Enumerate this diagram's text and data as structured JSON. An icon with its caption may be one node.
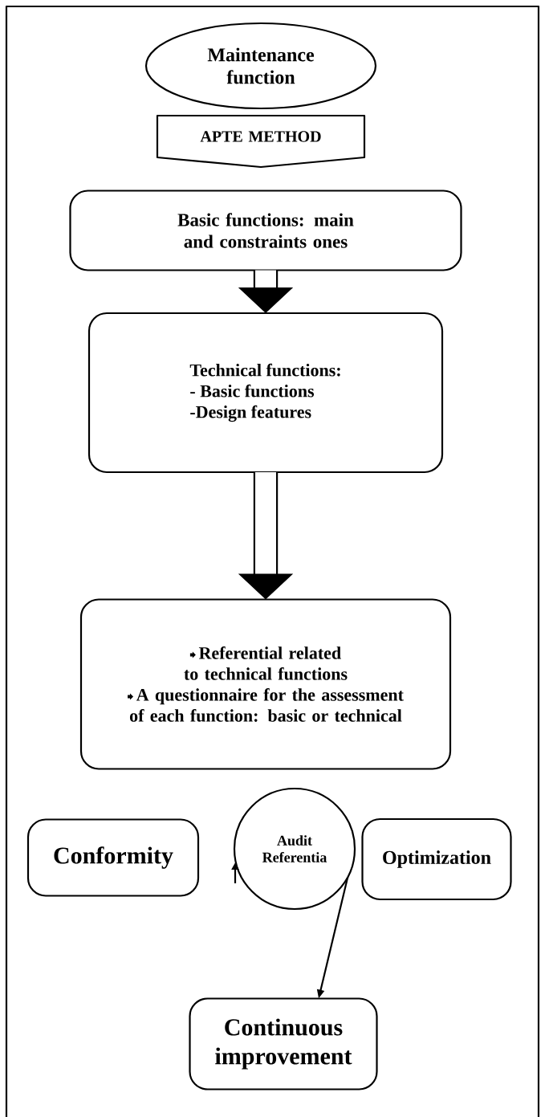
{
  "diagram": {
    "nodes": [
      {
        "text": [
          "Maintenance function"
        ]
      },
      {
        "text": [
          "APTE METHOD"
        ]
      },
      {
        "text": [
          "Basic functions: main and constraints ones"
        ]
      },
      {
        "text": [
          "Technical functions:",
          "- Basic functions",
          "-Design features"
        ]
      },
      {
        "text": [
          "Referential related to technical functions",
          "A questionnaire for the assessment of each function: basic or technical"
        ]
      },
      {
        "text": [
          "Conformity"
        ]
      },
      {
        "text": [
          "Audit Referentia"
        ]
      },
      {
        "text": [
          "Optimization"
        ]
      },
      {
        "text": [
          "Continuous improvement"
        ]
      }
    ],
    "edges": [
      {
        "from": 2,
        "to": 3,
        "arrow": "to"
      },
      {
        "from": 3,
        "to": 4,
        "arrow": "to"
      },
      {
        "from": 6,
        "to": 8,
        "arrow": "to"
      }
    ]
  }
}
